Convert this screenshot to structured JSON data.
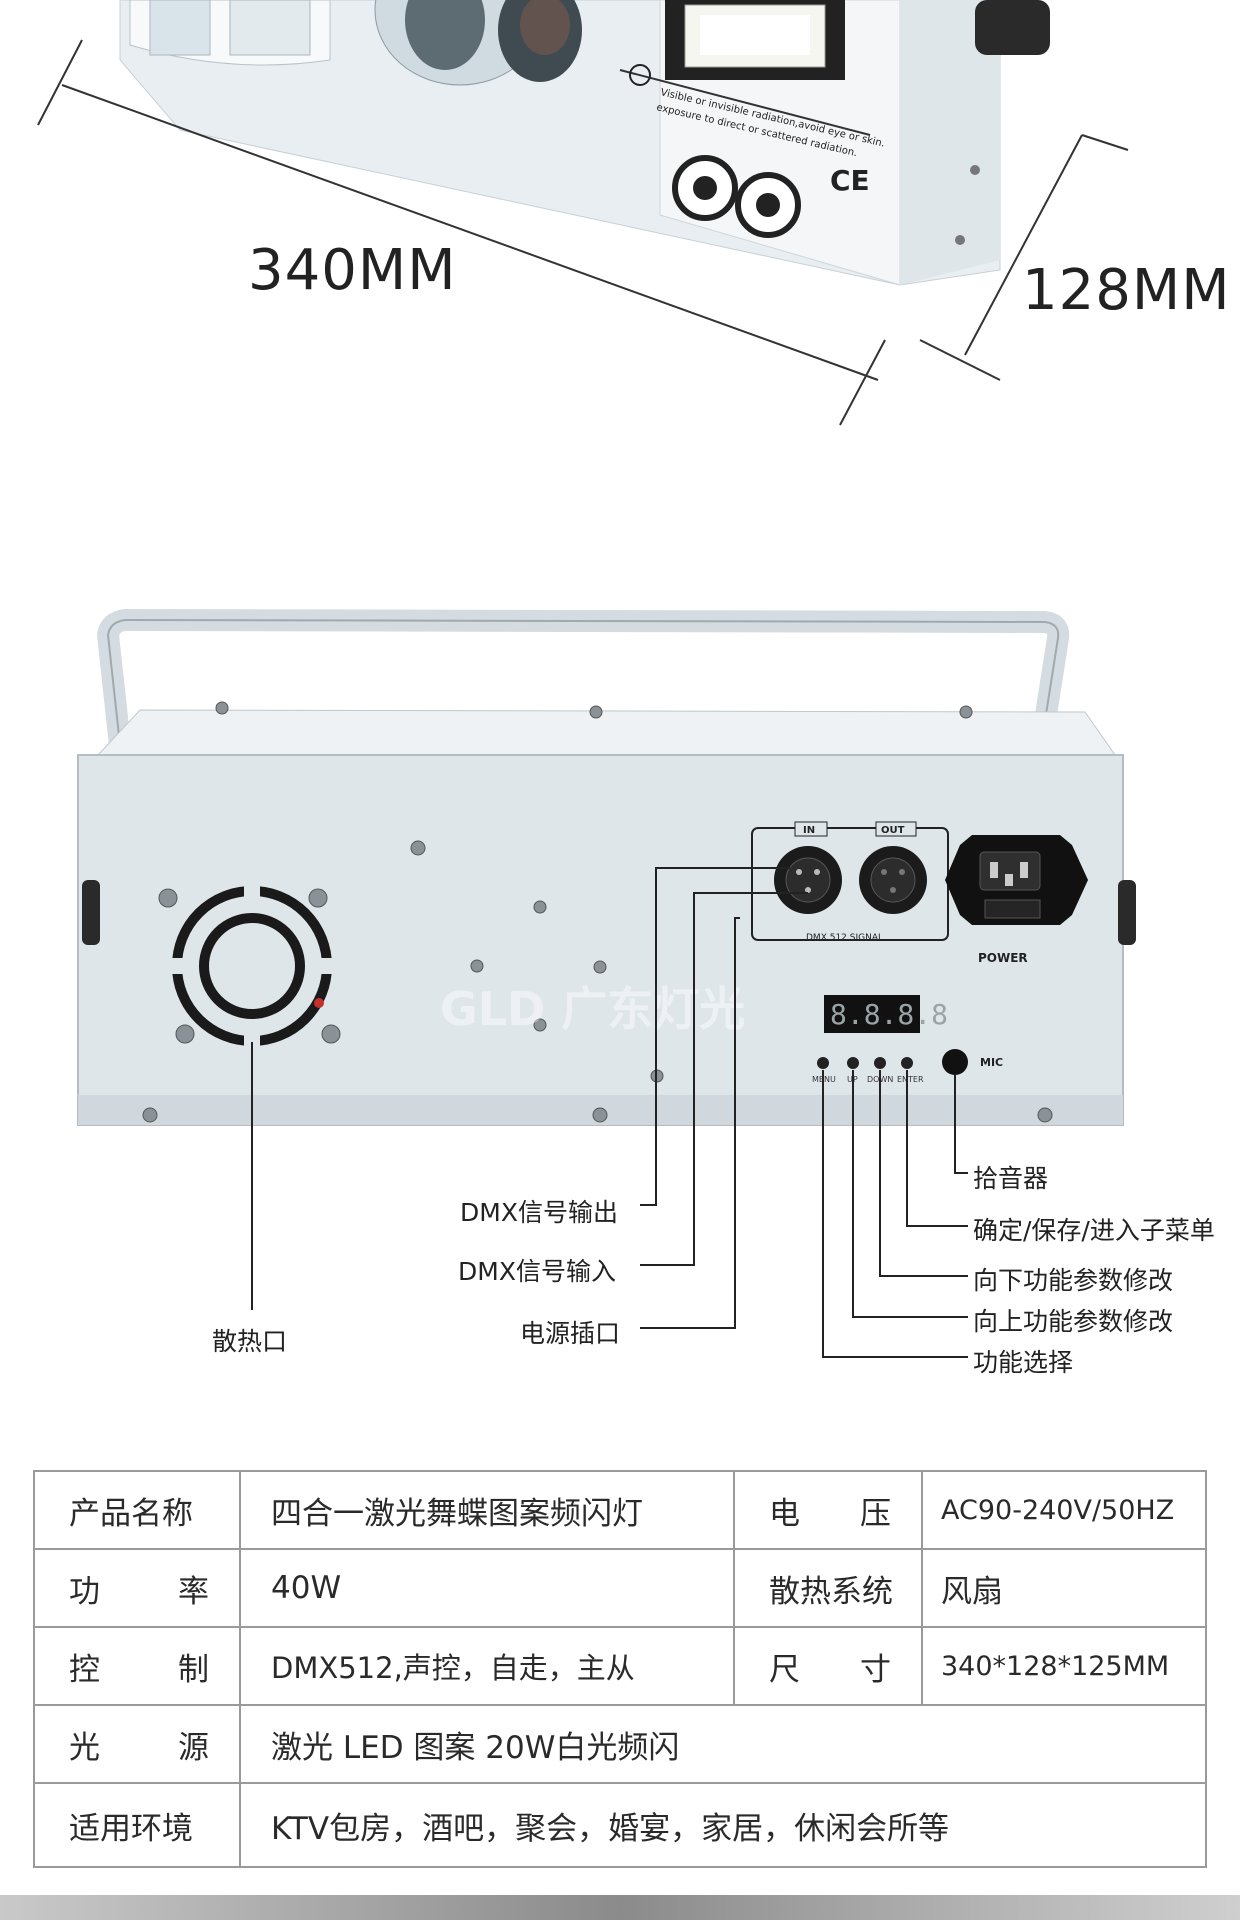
{
  "top_photo": {
    "width_label": "340MM",
    "depth_label": "128MM",
    "warning_text": "Visible or invisible radiation,avoid eye or skin exposure to direct or scattered radiation.",
    "ce_mark": "CE"
  },
  "back_panel": {
    "in_label": "IN",
    "out_label": "OUT",
    "signal_label": "DMX 512 SIGNAL",
    "power_label": "POWER",
    "display_value": "8.8.8.8",
    "button_labels": [
      "MENU",
      "UP",
      "DOWN",
      "ENTER"
    ],
    "mic_label": "MIC",
    "watermark": "GLD 广东灯光"
  },
  "callouts": {
    "left": {
      "dmx_out": "DMX信号输出",
      "dmx_in": "DMX信号输入",
      "power_socket": "电源插口",
      "vent": "散热口"
    },
    "right": {
      "mic": "拾音器",
      "enter": "确定/保存/进入子菜单",
      "down": "向下功能参数修改",
      "up": "向上功能参数修改",
      "menu": "功能选择"
    }
  },
  "spec_table": {
    "r1": {
      "l1": "产品名称",
      "v1": "四合一激光舞蝶图案频闪灯",
      "l2a": "电",
      "l2b": "压",
      "v2": "AC90-240V/50HZ"
    },
    "r2": {
      "l1a": "功",
      "l1b": "率",
      "v1": "40W",
      "l2": "散热系统",
      "v2": "风扇"
    },
    "r3": {
      "l1a": "控",
      "l1b": "制",
      "v1": "DMX512,声控，自走，主从",
      "l2a": "尺",
      "l2b": "寸",
      "v2": "340*128*125MM"
    },
    "r4": {
      "l1a": "光",
      "l1b": "源",
      "v1": "激光 LED 图案 20W白光频闪"
    },
    "r5": {
      "l1": "适用环境",
      "v1": "KTV包房，酒吧，聚会，婚宴，家居，休闲会所等"
    }
  }
}
